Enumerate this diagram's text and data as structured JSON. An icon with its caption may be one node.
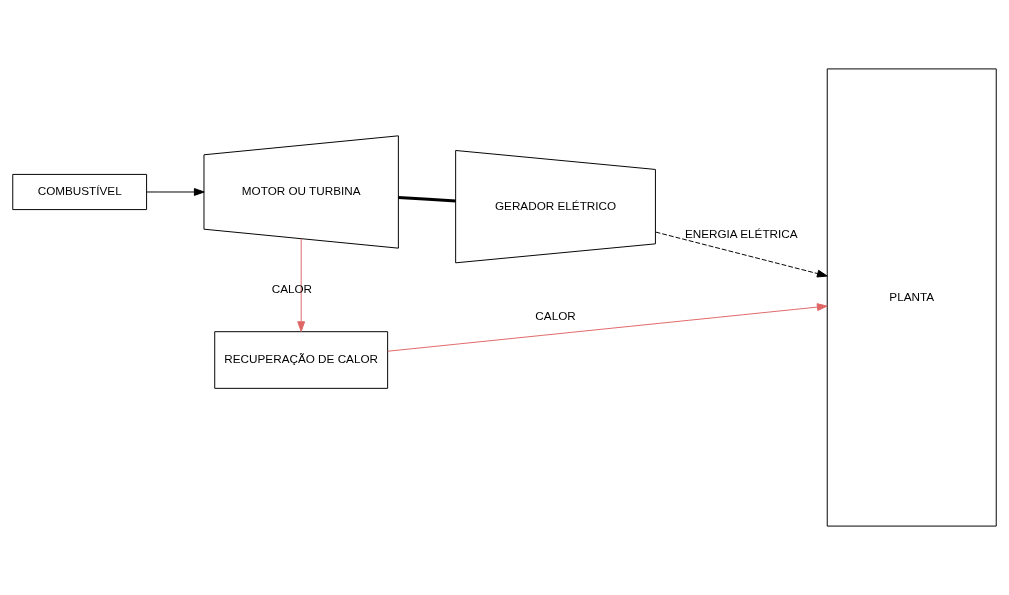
{
  "diagram": {
    "nodes": [
      {
        "text": [
          "RECUPERAÇÃO DE CALOR"
        ]
      },
      {
        "text": [
          "COMBUSTÍVEL"
        ]
      },
      {
        "text": [
          "MOTOR OU TURBINA"
        ]
      },
      {
        "text": [
          "GERADOR ELÉTRICO"
        ]
      },
      {
        "text": [
          "PLANTA"
        ]
      }
    ],
    "edges": [
      {
        "from": 1,
        "to": 2,
        "arrow": "to"
      },
      {
        "from": 2,
        "to": 0,
        "arrow": "to",
        "label": "CALOR",
        "color": "#e06666"
      },
      {
        "from": 0,
        "to": 4,
        "arrow": "to",
        "label": "CALOR",
        "color": "#e06666"
      },
      {
        "from": 2,
        "to": 3,
        "arrow": "none",
        "style": "thick"
      },
      {
        "from": 3,
        "to": 4,
        "arrow": "to",
        "label": "ENERGIA ELÉTRICA",
        "style": "dashed"
      }
    ]
  }
}
